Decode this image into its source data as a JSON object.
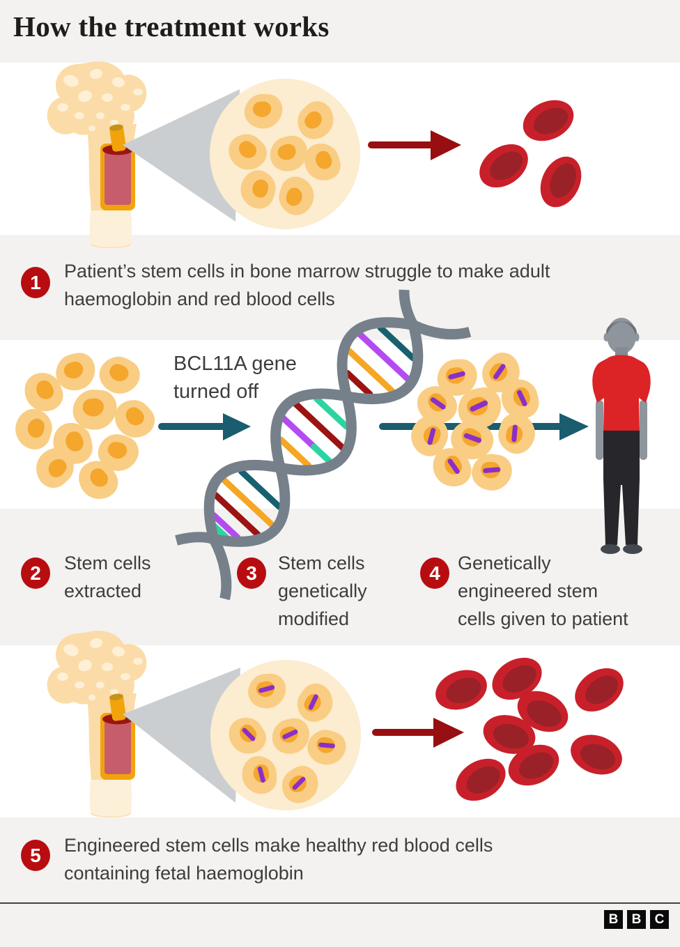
{
  "title": "How the treatment works",
  "steps": [
    {
      "number": "1",
      "text": "Patient’s stem cells in bone marrow struggle to make adult\nhaemoglobin and red blood cells"
    },
    {
      "number": "2",
      "text": "Stem cells\nextracted"
    },
    {
      "number": "3",
      "text": "Stem cells\ngenetically\nmodified"
    },
    {
      "number": "4",
      "text": "Genetically\nengineered stem\ncells given to patient"
    },
    {
      "number": "5",
      "text": "Engineered stem cells make healthy red blood cells\ncontaining fetal haemoglobin"
    }
  ],
  "annotations": {
    "gene_label": "BCL11A gene\nturned off"
  },
  "footer": {
    "logo_letters": [
      "B",
      "B",
      "C"
    ]
  },
  "colors": {
    "page_background": "#f3f2f0",
    "panel": "#ffffff",
    "step_badge_red": "#b80d10",
    "title_text": "#1d1d1b",
    "body_text": "#3d3d3c",
    "dark_red_arrow": "#970f10",
    "teal_arrow": "#195d6e",
    "red_blood_cell_outer": "#c8202a",
    "red_blood_cell_inner": "#9a2127",
    "stem_cell_body": "#f9cd84",
    "stem_cell_nucleus": "#f4a62d",
    "edited_gene_mark": "#8b2fc9",
    "dna_strand_gray": "#76808a",
    "bone_light": "#fbdca8",
    "bone_spots": "#fdf0d6",
    "marrow_rose": "#c65d6c",
    "marrow_rim": "#9c1410",
    "magnifier_circle": "#fcecd0",
    "magnifier_cone": "#cbced1",
    "patient_shirt": "#dc2326",
    "patient_skin": "#8e959c"
  }
}
